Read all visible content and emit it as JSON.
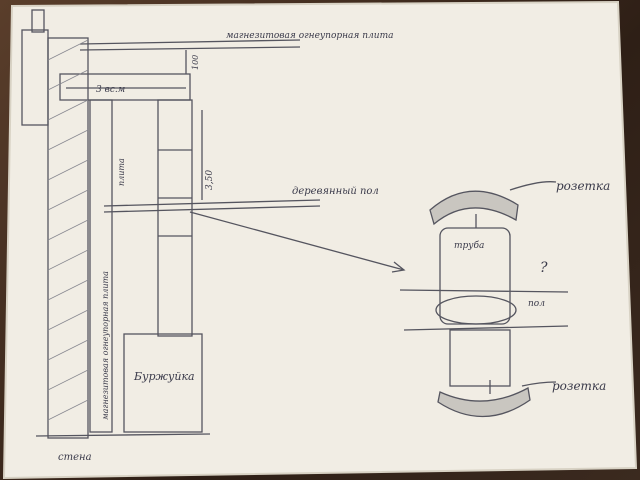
{
  "labels": {
    "top_plate": "магнезитовая огнеупорная плита",
    "dim_top": "100",
    "dim_width": "3 вс.м",
    "dim_mid": "3,50",
    "floor": "деревянный пол",
    "vertical_plate": "магнезитовая огнеупорная плита",
    "side_plate": "плита",
    "stove": "Буржуйка",
    "wall": "стена",
    "rosette_top": "розетка",
    "pipe": "труба",
    "question": "?",
    "floor_right": "пол",
    "rosette_bottom": "розетка"
  },
  "colors": {
    "paper": "#f1ede4",
    "ink": "#4a4a5a",
    "pencil": "#6a6a72"
  }
}
